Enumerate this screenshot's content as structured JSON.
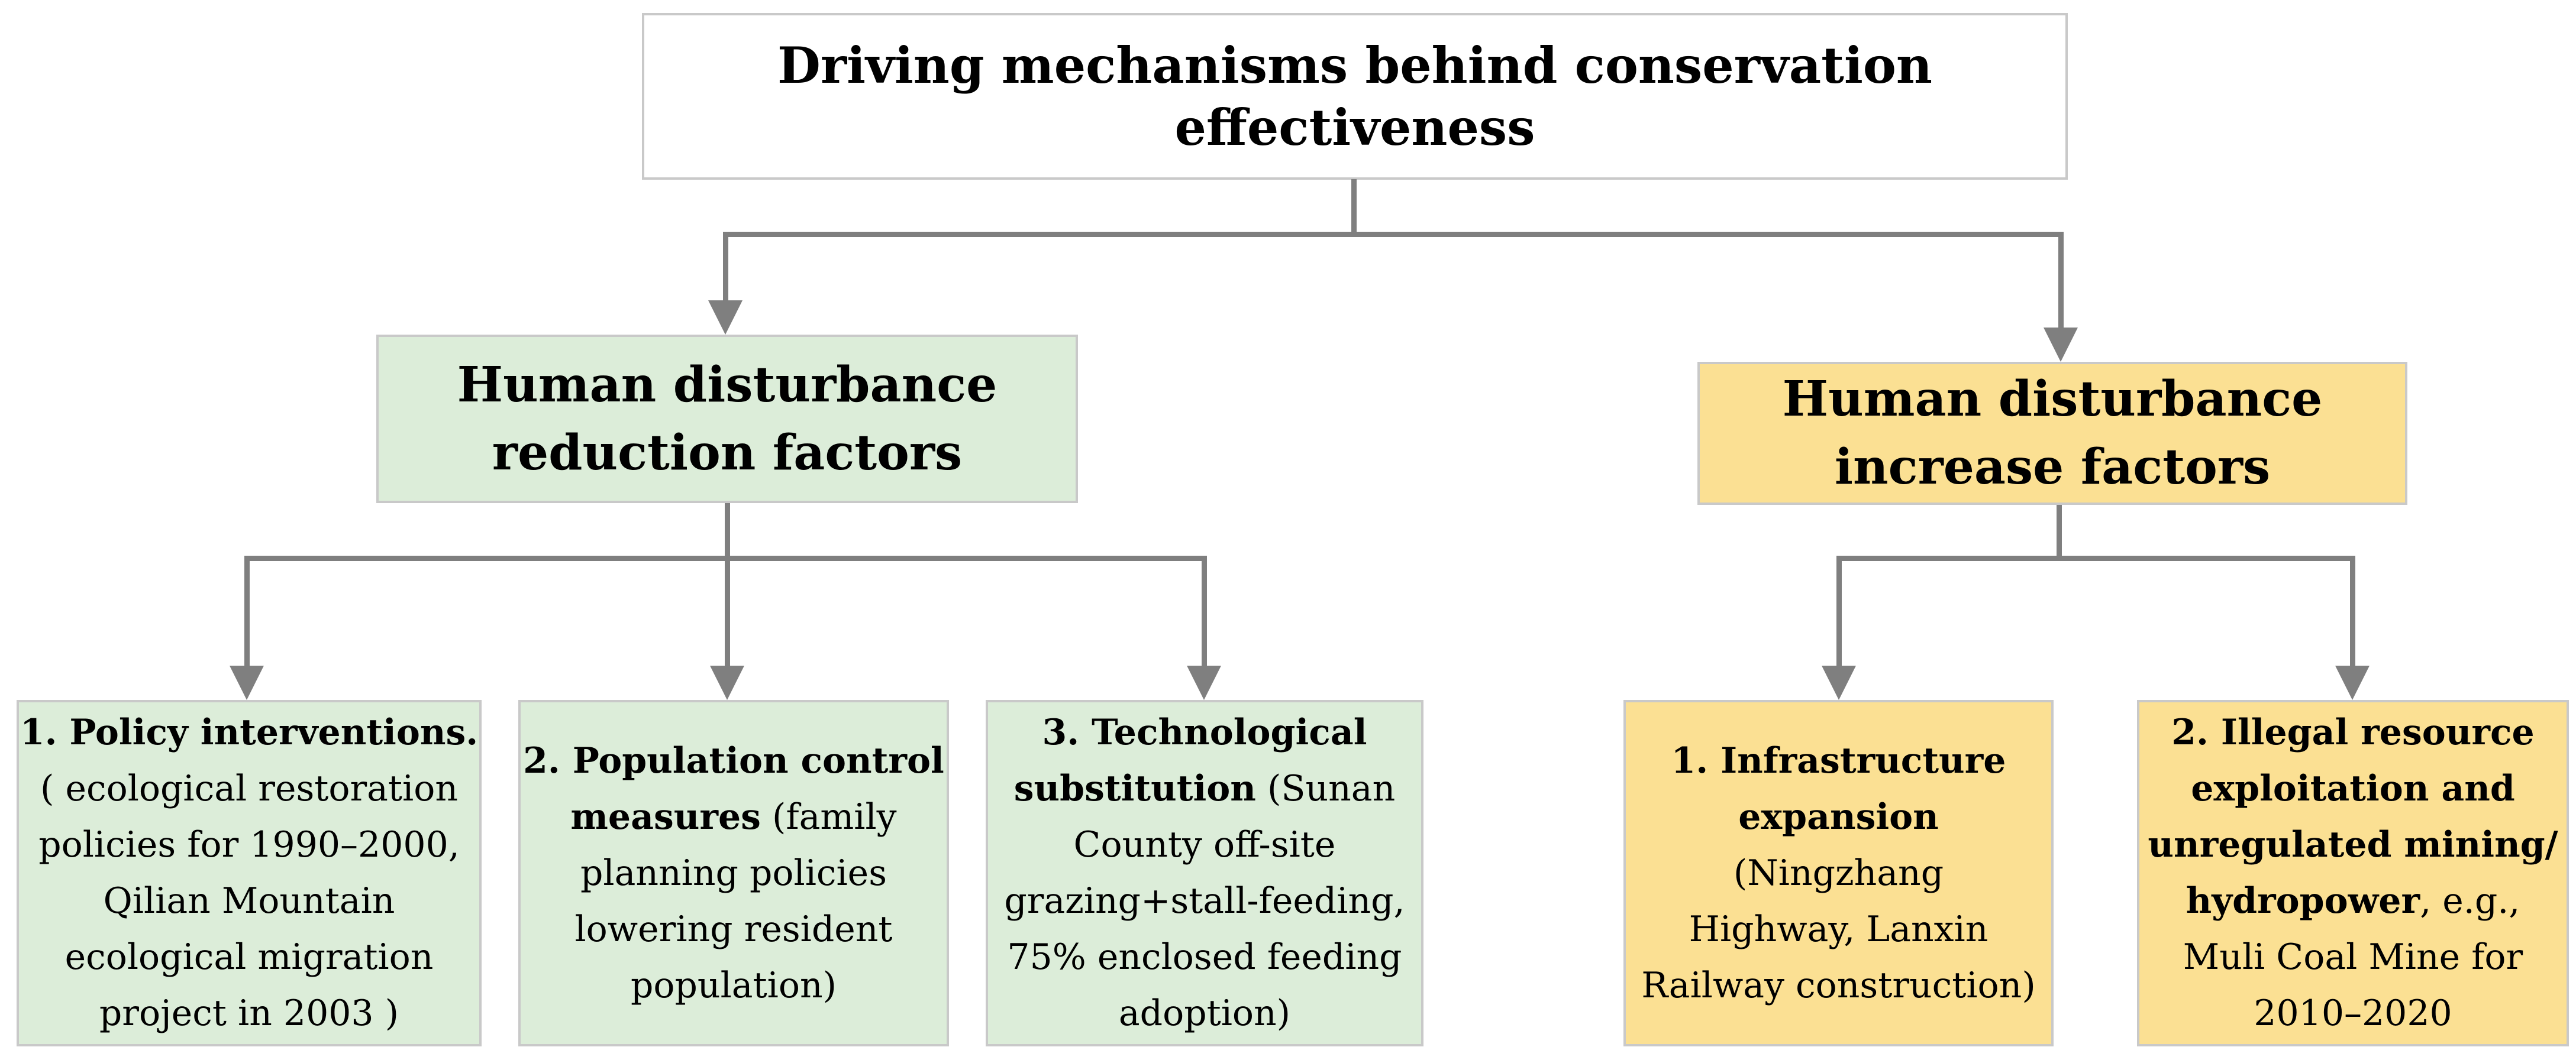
{
  "figure": {
    "title": "Driving mechanisms behind conservation effectiveness",
    "colors": {
      "background": "#ffffff",
      "green": "#dcedd9",
      "yellow": "#fbe093",
      "line": "#7f7f7f",
      "border": "#c9c9c9",
      "text": "#000000"
    },
    "branches": {
      "reduction": {
        "heading": "Human disturbance\nreduction factors",
        "children": [
          {
            "bold": "1. Policy interventions.",
            "rest": "\n( ecological restoration\npolicies for 1990–2000,\nQilian Mountain\necological migration\nproject in 2003 )"
          },
          {
            "bold": "2. Population control\nmeasures",
            "rest": " (family\nplanning policies\nlowering resident\npopulation)"
          },
          {
            "bold": "3. Technological\nsubstitution",
            "rest": " (Sunan\nCounty off-site\ngrazing+stall-feeding,\n75% enclosed feeding\nadoption)"
          }
        ]
      },
      "increase": {
        "heading": "Human disturbance\nincrease factors",
        "children": [
          {
            "bold": "1. Infrastructure\nexpansion",
            "rest": "\n(Ningzhang\nHighway, Lanxin\nRailway construction)"
          },
          {
            "bold": "2. Illegal resource\nexploitation and\nunregulated mining/\nhydropower",
            "rest": ", e.g.,\nMuli Coal Mine for\n2010–2020"
          }
        ]
      }
    }
  }
}
